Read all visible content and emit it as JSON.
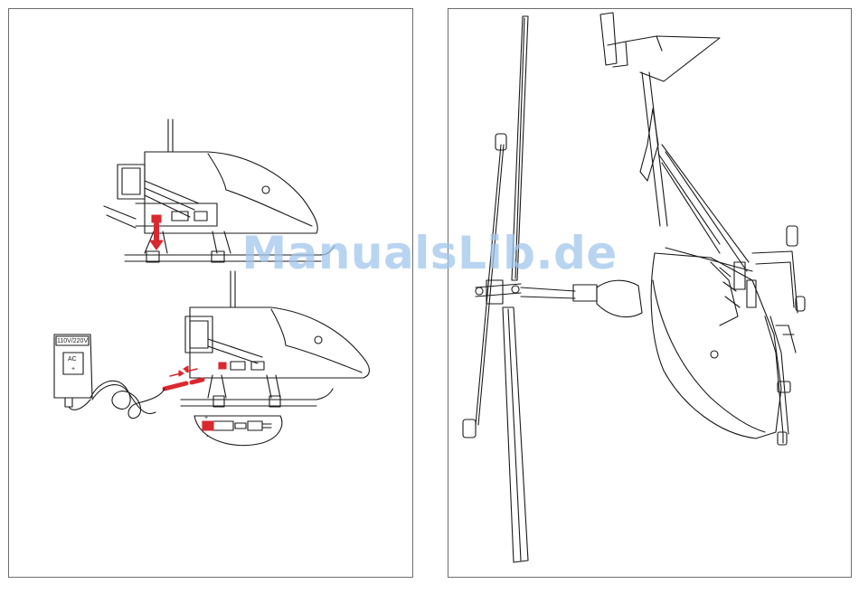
{
  "watermark": {
    "text": "ManualsLib.de"
  },
  "charger": {
    "voltage_label": "110V/220V",
    "ac_label": "AC",
    "plus_label": "+",
    "connector_plus": "+",
    "connector_minus": "-"
  },
  "colors": {
    "accent_red": "#d9282f",
    "line": "#1a1a1a",
    "watermark": "#a0c6ec"
  },
  "icons": {
    "up_arrow": "red-down-arrow-icon",
    "plug_arrows": "red-plug-arrows-icon"
  }
}
